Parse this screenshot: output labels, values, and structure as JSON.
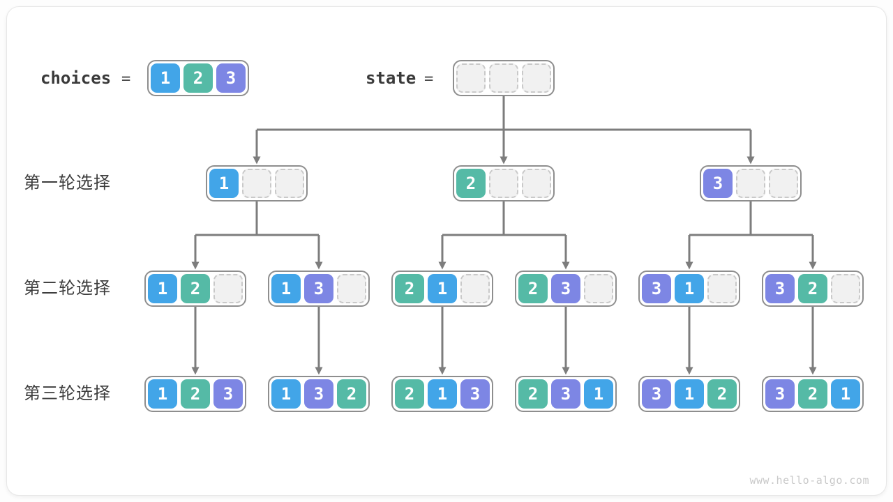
{
  "header": {
    "choices_label": "choices",
    "choices_equals": "=",
    "choices_values": [
      1,
      2,
      3
    ],
    "state_label": "state",
    "state_equals": "=",
    "state_values": [
      null,
      null,
      null
    ]
  },
  "tree": {
    "rows": [
      {
        "label": "第一轮选择",
        "nodes": [
          [
            1,
            null,
            null
          ],
          [
            2,
            null,
            null
          ],
          [
            3,
            null,
            null
          ]
        ]
      },
      {
        "label": "第二轮选择",
        "nodes": [
          [
            1,
            2,
            null
          ],
          [
            1,
            3,
            null
          ],
          [
            2,
            1,
            null
          ],
          [
            2,
            3,
            null
          ],
          [
            3,
            1,
            null
          ],
          [
            3,
            2,
            null
          ]
        ]
      },
      {
        "label": "第三轮选择",
        "nodes": [
          [
            1,
            2,
            3
          ],
          [
            1,
            3,
            2
          ],
          [
            2,
            1,
            3
          ],
          [
            2,
            3,
            1
          ],
          [
            3,
            1,
            2
          ],
          [
            3,
            2,
            1
          ]
        ]
      }
    ]
  },
  "colors": {
    "value1": "#42a5e8",
    "value2": "#55baa6",
    "value3": "#7d86e4",
    "empty_fill": "#f1f1f1",
    "empty_border": "#c9c9c9",
    "node_border": "#8e8e8e",
    "line": "#7d7d7d",
    "label_text": "#3d3d3d"
  },
  "footer": {
    "watermark": "www.hello-algo.com"
  }
}
